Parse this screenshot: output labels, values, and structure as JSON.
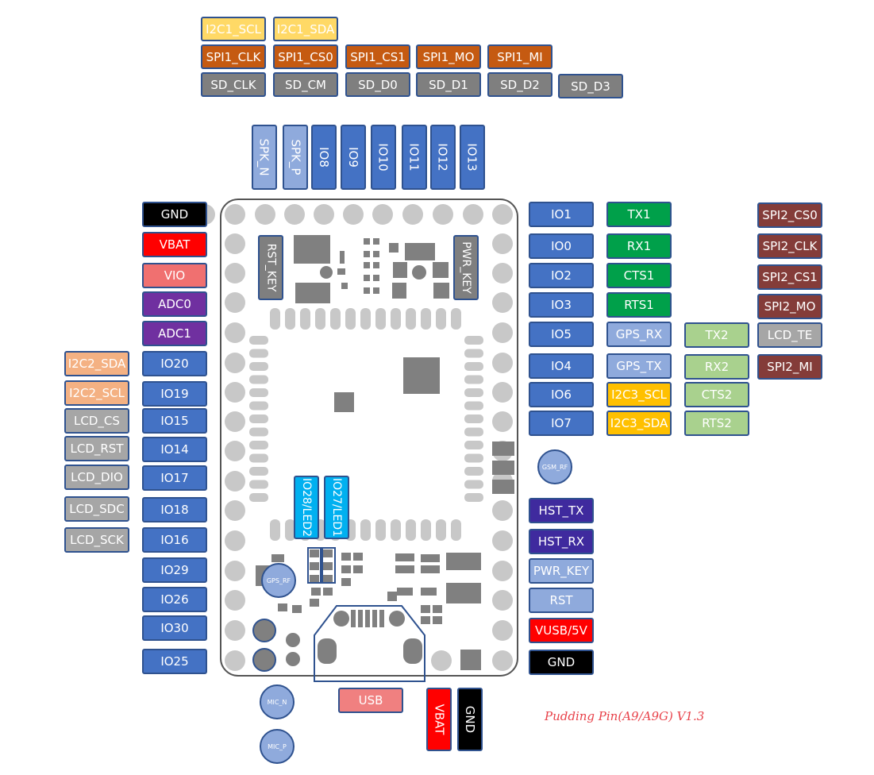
{
  "colors": {
    "blue": "#4472c4",
    "light_blue": "#8faadc",
    "yellow": "#ffd966",
    "orange": "#c55a11",
    "gray": "#7f7f7f",
    "light_gray": "#a6a6a6",
    "black": "#000000",
    "red": "#ff0000",
    "salmon": "#f07070",
    "purple": "#7030a0",
    "peach": "#f4b183",
    "green": "#00a04a",
    "light_green": "#a9d18e",
    "gold": "#ffc000",
    "maroon": "#843c39",
    "indigo": "#3f2a9e",
    "cyan": "#00b0f0",
    "usb_pink": "#f08080",
    "board_outline": "#555555",
    "pad": "#c8c8c8",
    "component": "#808080",
    "title_red": "#e8424a"
  },
  "top_labels": [
    {
      "text": "I2C1_SCL",
      "color": "yellow"
    },
    {
      "text": "I2C1_SDA",
      "color": "yellow"
    },
    {
      "text": "SPI1_CLK",
      "color": "orange"
    },
    {
      "text": "SPI1_CS0",
      "color": "orange"
    },
    {
      "text": "SPI1_CS1",
      "color": "orange"
    },
    {
      "text": "SPI1_MO",
      "color": "orange"
    },
    {
      "text": "SPI1_MI",
      "color": "orange"
    },
    {
      "text": "SD_CLK",
      "color": "gray"
    },
    {
      "text": "SD_CM",
      "color": "gray"
    },
    {
      "text": "SD_D0",
      "color": "gray"
    },
    {
      "text": "SD_D1",
      "color": "gray"
    },
    {
      "text": "SD_D2",
      "color": "gray"
    },
    {
      "text": "SD_D3",
      "color": "gray"
    }
  ],
  "top_pins": [
    {
      "text": "SPK_N",
      "color": "light_blue"
    },
    {
      "text": "SPK_P",
      "color": "light_blue"
    },
    {
      "text": "IO8",
      "color": "blue"
    },
    {
      "text": "IO9",
      "color": "blue"
    },
    {
      "text": "IO10",
      "color": "blue"
    },
    {
      "text": "IO11",
      "color": "blue"
    },
    {
      "text": "IO12",
      "color": "blue"
    },
    {
      "text": "IO13",
      "color": "blue"
    }
  ],
  "left_pins": [
    {
      "text": "GND",
      "color": "black"
    },
    {
      "text": "VBAT",
      "color": "red"
    },
    {
      "text": "VIO",
      "color": "salmon"
    },
    {
      "text": "ADC0",
      "color": "purple"
    },
    {
      "text": "ADC1",
      "color": "purple"
    },
    {
      "text": "IO20",
      "color": "blue"
    },
    {
      "text": "IO19",
      "color": "blue"
    },
    {
      "text": "IO15",
      "color": "blue"
    },
    {
      "text": "IO14",
      "color": "blue"
    },
    {
      "text": "IO17",
      "color": "blue"
    },
    {
      "text": "IO18",
      "color": "blue"
    },
    {
      "text": "IO16",
      "color": "blue"
    },
    {
      "text": "IO29",
      "color": "blue"
    },
    {
      "text": "IO26",
      "color": "blue"
    },
    {
      "text": "IO30",
      "color": "blue"
    },
    {
      "text": "IO25",
      "color": "blue"
    }
  ],
  "left_alt": [
    {
      "text": "I2C2_SDA",
      "color": "peach"
    },
    {
      "text": "I2C2_SCL",
      "color": "peach"
    },
    {
      "text": "LCD_CS",
      "color": "light_gray"
    },
    {
      "text": "LCD_RST",
      "color": "light_gray"
    },
    {
      "text": "LCD_DIO",
      "color": "light_gray"
    },
    {
      "text": "LCD_SDC",
      "color": "light_gray"
    },
    {
      "text": "LCD_SCK",
      "color": "light_gray"
    }
  ],
  "right_pins": [
    {
      "text": "IO1",
      "color": "blue"
    },
    {
      "text": "IO0",
      "color": "blue"
    },
    {
      "text": "IO2",
      "color": "blue"
    },
    {
      "text": "IO3",
      "color": "blue"
    },
    {
      "text": "IO5",
      "color": "blue"
    },
    {
      "text": "IO4",
      "color": "blue"
    },
    {
      "text": "IO6",
      "color": "blue"
    },
    {
      "text": "IO7",
      "color": "blue"
    }
  ],
  "right_alt1": [
    {
      "text": "TX1",
      "color": "green"
    },
    {
      "text": "RX1",
      "color": "green"
    },
    {
      "text": "CTS1",
      "color": "green"
    },
    {
      "text": "RTS1",
      "color": "green"
    },
    {
      "text": "GPS_RX",
      "color": "light_blue"
    },
    {
      "text": "GPS_TX",
      "color": "light_blue"
    },
    {
      "text": "I2C3_SCL",
      "color": "gold"
    },
    {
      "text": "I2C3_SDA",
      "color": "gold"
    }
  ],
  "right_alt2": [
    {
      "text": "TX2",
      "color": "light_green"
    },
    {
      "text": "RX2",
      "color": "light_green"
    },
    {
      "text": "CTS2",
      "color": "light_green"
    },
    {
      "text": "RTS2",
      "color": "light_green"
    }
  ],
  "right_alt3": [
    {
      "text": "SPI2_CS0",
      "color": "maroon"
    },
    {
      "text": "SPI2_CLK",
      "color": "maroon"
    },
    {
      "text": "SPI2_CS1",
      "color": "maroon"
    },
    {
      "text": "SPI2_MO",
      "color": "maroon"
    },
    {
      "text": "LCD_TE",
      "color": "light_gray"
    },
    {
      "text": "SPI2_MI",
      "color": "maroon"
    }
  ],
  "right_lower": [
    {
      "text": "HST_TX",
      "color": "indigo"
    },
    {
      "text": "HST_RX",
      "color": "indigo"
    },
    {
      "text": "PWR_KEY",
      "color": "light_blue"
    },
    {
      "text": "RST",
      "color": "light_blue"
    },
    {
      "text": "VUSB/5V",
      "color": "red"
    },
    {
      "text": "GND",
      "color": "black"
    }
  ],
  "board_labels": [
    {
      "text": "RST_KEY",
      "color": "gray"
    },
    {
      "text": "PWR_KEY",
      "color": "gray"
    },
    {
      "text": "IO28/LED2",
      "color": "cyan"
    },
    {
      "text": "IO27/LED1",
      "color": "cyan"
    }
  ],
  "bottom_labels": [
    {
      "text": "USB",
      "color": "usb_pink"
    },
    {
      "text": "VBAT",
      "color": "red"
    },
    {
      "text": "GND",
      "color": "black"
    }
  ],
  "antennas": [
    {
      "text": "GSM_RF"
    },
    {
      "text": "GPS_RF"
    },
    {
      "text": "MIC_N"
    },
    {
      "text": "MIC_P"
    }
  ],
  "title": "Pudding Pin(A9/A9G) V1.3"
}
